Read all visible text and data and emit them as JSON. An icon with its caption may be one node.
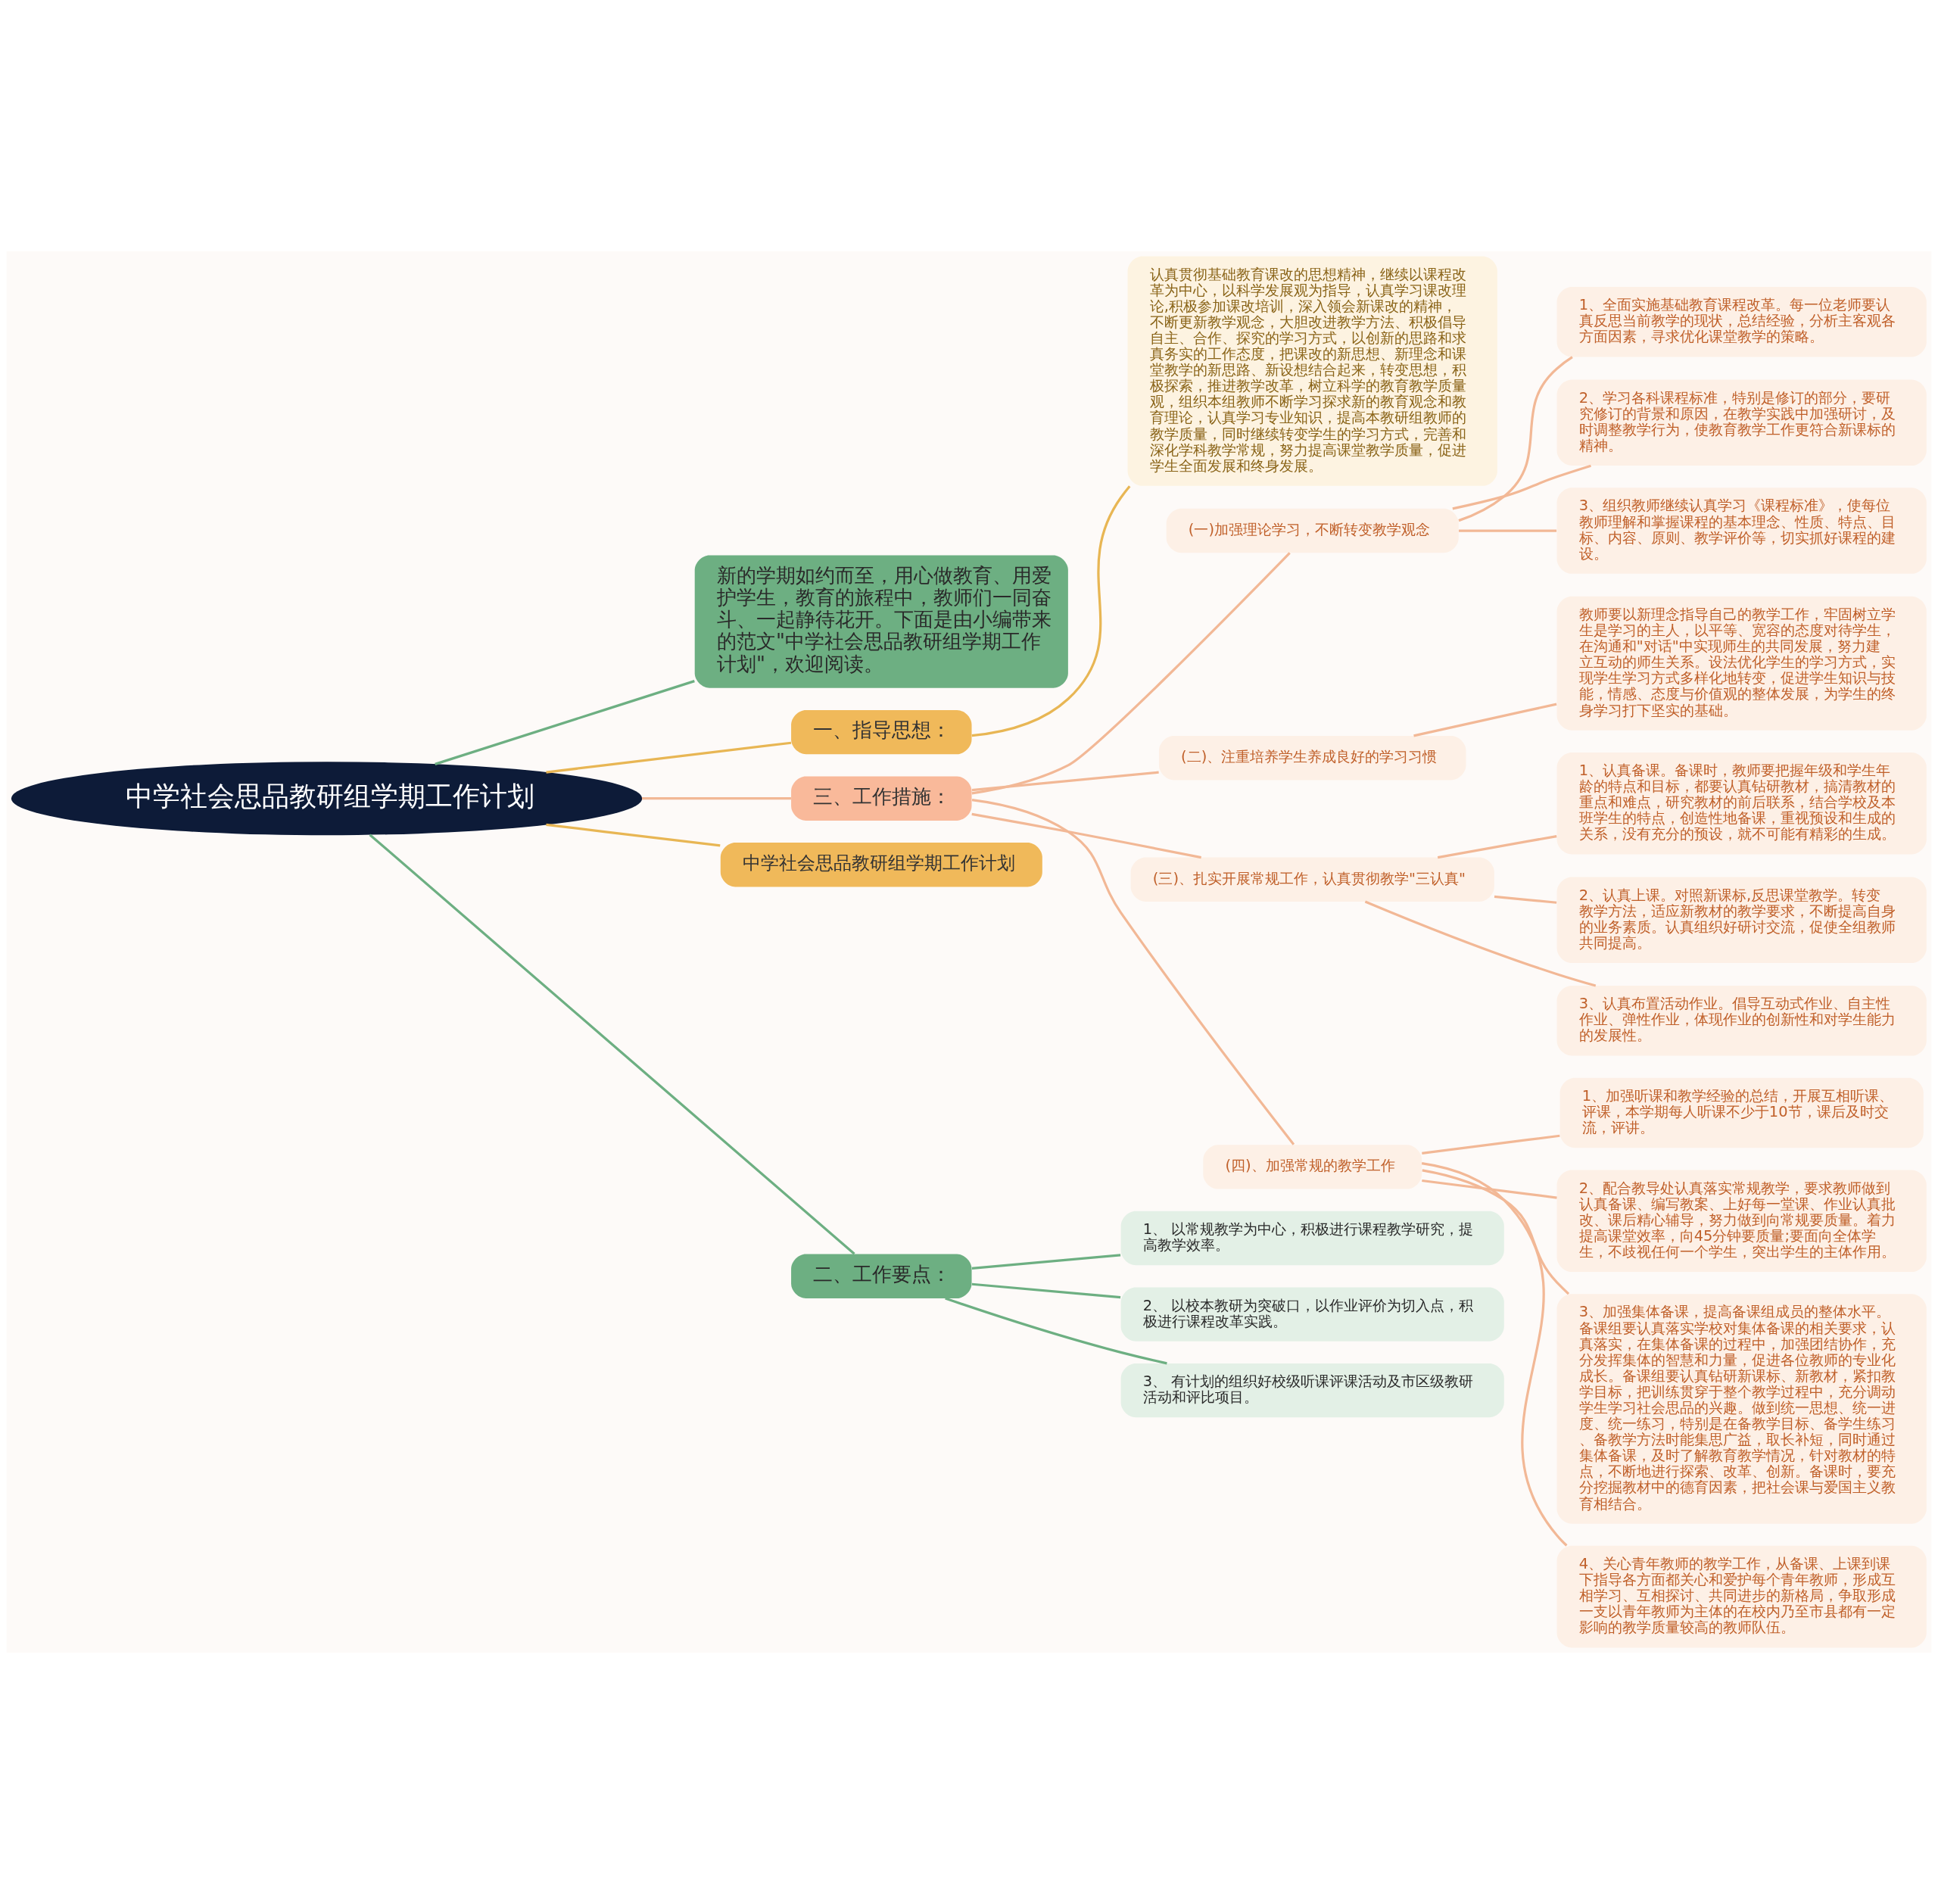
{
  "diagram": {
    "nodes": [
      {
        "text": [
          "中学社会思品教研组学期工作计划"
        ]
      },
      {
        "text": [
          "新的学期如约而至，用心做教育、用爱护学生，教育的旅程中，教师们一同奋斗、一起静待花开。下面是由小编带来的范文\"中学社会思品教研组学期工作计划\"，欢迎阅读。"
        ]
      },
      {
        "text": [
          "一、指导思想："
        ]
      },
      {
        "text": [
          "认真贯彻基础教育课改的思想精神，继续以课程改革为中心，以科学发展观为指导，认真学习课改理论,积极参加课改培训，深入领会新课改的精神，不断更新教学观念，大胆改进教学方法、积极倡导自主、合作、探究的学习方式，以创新的思路和求真务实的工作态度，把课改的新思想、新理念和课堂教学的新思路、新设想结合起来，转变思想，积极探索，推进教学改革，树立科学的教育教学质量观，组织本组教师不断学习探求新的教育观念和教育理论，认真学习专业知识，提高本教研组教师的教学质量，同时继续转变学生的学习方式，完善和深化学科教学常规，努力提高课堂教学质量，促进学生全面发展和终身发展。"
        ]
      },
      {
        "text": [
          "三、工作措施："
        ]
      },
      {
        "text": [
          "(一)加强理论学习，不断转变教学观念"
        ]
      },
      {
        "text": [
          "1、全面实施基础教育课程改革。每一位老师要认真反思当前教学的现状，总结经验，分析主客观各方面因素，寻求优化课堂教学的策略。"
        ]
      },
      {
        "text": [
          "2、学习各科课程标准，特别是修订的部分，要研究修订的背景和原因，在教学实践中加强研讨，及时调整教学行为，使教育教学工作更符合新课标的精神。"
        ]
      },
      {
        "text": [
          "3、组织教师继续认真学习《课程标准》，使每位教师理解和掌握课程的基本理念、性质、特点、目标、内容、原则、教学评价等，切实抓好课程的建设。"
        ]
      },
      {
        "text": [
          "(二)、注重培养学生养成良好的学习习惯"
        ]
      },
      {
        "text": [
          "教师要以新理念指导自己的教学工作，牢固树立学生是学习的主人，以平等、宽容的态度对待学生，在沟通和\"对话\"中实现师生的共同发展，努力建立互动的师生关系。设法优化学生的学习方式，实现学生学习方式多样化地转变，促进学生知识与技能，情感、态度与价值观的整体发展，为学生的终身学习打下坚实的基础。"
        ]
      },
      {
        "text": [
          "(三)、扎实开展常规工作，认真贯彻教学\"三认真\""
        ]
      },
      {
        "text": [
          "1、认真备课。备课时，教师要把握年级和学生年龄的特点和目标，都要认真钻研教材，搞清教材的重点和难点，研究教材的前后联系，结合学校及本班学生的特点，创造性地备课，重视预设和生成的关系，没有充分的预设，就不可能有精彩的生成。"
        ]
      },
      {
        "text": [
          "2、认真上课。对照新课标,反思课堂教学。转变教学方法，适应新教材的教学要求，不断提高自身的业务素质。认真组织好研讨交流，促使全组教师共同提高。"
        ]
      },
      {
        "text": [
          "3、认真布置活动作业。倡导互动式作业、自主性作业、弹性作业，体现作业的创新性和对学生能力的发展性。"
        ]
      },
      {
        "text": [
          "(四)、加强常规的教学工作"
        ]
      },
      {
        "text": [
          "1、加强听课和教学经验的总结，开展互相听课、评课，本学期每人听课不少于10节，课后及时交流，评讲。"
        ]
      },
      {
        "text": [
          "2、配合教导处认真落实常规教学，要求教师做到认真备课、编写教案、上好每一堂课、作业认真批改、课后精心辅导，努力做到向常规要质量。着力提高课堂效率，向45分钟要质量;要面向全体学生，不歧视任何一个学生，突出学生的主体作用。"
        ]
      },
      {
        "text": [
          "3、加强集体备课，提高备课组成员的整体水平。备课组要认真落实学校对集体备课的相关要求，认真落实，在集体备课的过程中，加强团结协作，充分发挥集体的智慧和力量，促进各位教师的专业化成长。备课组要认真钻研新课标、新教材，紧扣教学目标，把训练贯穿于整个教学过程中，充分调动学生学习社会思品的兴趣。做到统一思想、统一进度、统一练习，特别是在备教学目标、备学生练习、备教学方法时能集思广益，取长补短，同时通过集体备课，及时了解教育教学情况，针对教材的特点，不断地进行探索、改革、创新。备课时，要充分挖掘教材中的德育因素，把社会课与爱国主义教育相结合。"
        ]
      },
      {
        "text": [
          "4、关心青年教师的教学工作，从备课、上课到课下指导各方面都关心和爱护每个青年教师，形成互相学习、互相探讨、共同进步的新格局，争取形成一支以青年教师为主体的在校内乃至市县都有一定影响的教学质量较高的教师队伍。"
        ]
      },
      {
        "text": [
          "中学社会思品教研组学期工作计划"
        ]
      },
      {
        "text": [
          "二、工作要点："
        ]
      },
      {
        "text": [
          "1、 以常规教学为中心，积极进行课程教学研究，提高教学效率。"
        ]
      },
      {
        "text": [
          "2、 以校本教研为突破口，以作业评价为切入点，积极进行课程改革实践。"
        ]
      },
      {
        "text": [
          "3、 有计划的组织好校级听课评课活动及市区级教研活动和评比项目。"
        ]
      }
    ],
    "edges": [
      {
        "from": 0,
        "to": 1,
        "arrow": "none",
        "color": "#6daf82"
      },
      {
        "from": 0,
        "to": 2,
        "arrow": "none",
        "color": "#e8b654"
      },
      {
        "from": 2,
        "to": 3,
        "arrow": "none",
        "color": "#e8b654"
      },
      {
        "from": 0,
        "to": 4,
        "arrow": "none"
      },
      {
        "from": 4,
        "to": 5,
        "arrow": "none"
      },
      {
        "from": 5,
        "to": 6,
        "arrow": "none"
      },
      {
        "from": 5,
        "to": 7,
        "arrow": "none"
      },
      {
        "from": 5,
        "to": 8,
        "arrow": "none"
      },
      {
        "from": 4,
        "to": 9,
        "arrow": "none"
      },
      {
        "from": 9,
        "to": 10,
        "arrow": "none"
      },
      {
        "from": 4,
        "to": 11,
        "arrow": "none"
      },
      {
        "from": 11,
        "to": 12,
        "arrow": "none"
      },
      {
        "from": 11,
        "to": 13,
        "arrow": "none"
      },
      {
        "from": 11,
        "to": 14,
        "arrow": "none"
      },
      {
        "from": 4,
        "to": 15,
        "arrow": "none"
      },
      {
        "from": 15,
        "to": 16,
        "arrow": "none"
      },
      {
        "from": 15,
        "to": 17,
        "arrow": "none"
      },
      {
        "from": 15,
        "to": 18,
        "arrow": "none"
      },
      {
        "from": 15,
        "to": 19,
        "arrow": "none"
      },
      {
        "from": 0,
        "to": 20,
        "arrow": "none",
        "color": "#e8b654"
      },
      {
        "from": 0,
        "to": 21,
        "arrow": "none",
        "color": "#6daf82"
      },
      {
        "from": 21,
        "to": 22,
        "arrow": "none",
        "color": "#6daf82"
      },
      {
        "from": 21,
        "to": 23,
        "arrow": "none",
        "color": "#6daf82"
      },
      {
        "from": 21,
        "to": 24,
        "arrow": "none",
        "color": "#6daf82"
      }
    ]
  }
}
